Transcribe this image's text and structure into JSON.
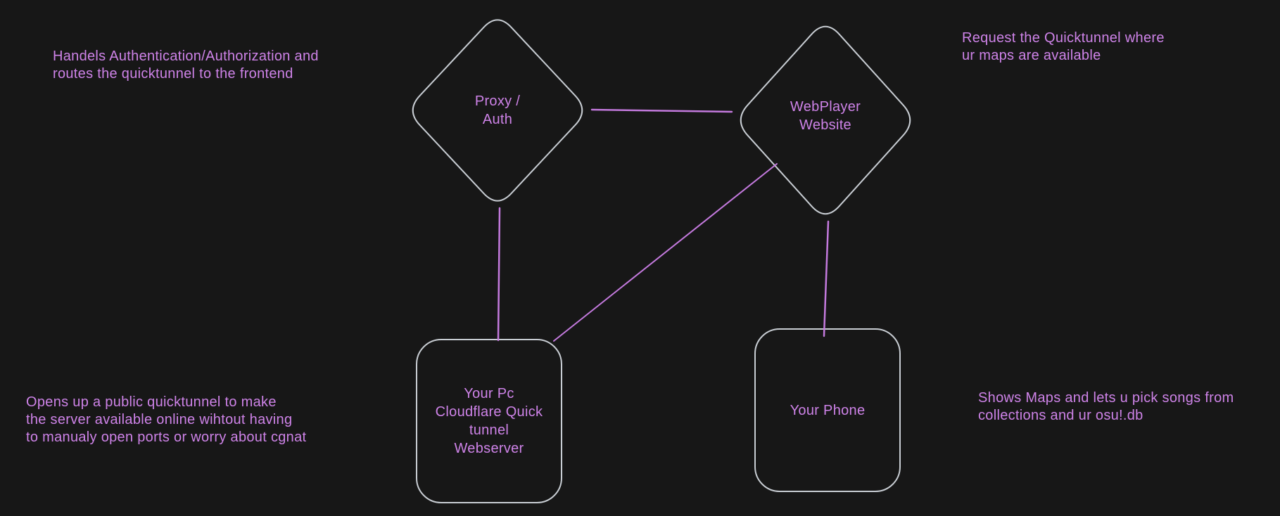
{
  "diagram": {
    "background_color": "#171717",
    "shape_stroke_color": "#c9ced4",
    "connector_color": "#c47ade",
    "text_color": "#ce83e8",
    "nodes": {
      "proxy_auth": {
        "shape": "diamond",
        "label": "Proxy /\nAuth"
      },
      "webplayer": {
        "shape": "diamond",
        "label": "WebPlayer\nWebsite"
      },
      "your_pc": {
        "shape": "rounded-rect",
        "label": "Your Pc\nCloudflare Quick\ntunnel\nWebserver"
      },
      "your_phone": {
        "shape": "rounded-rect",
        "label": "Your Phone"
      }
    },
    "annotations": {
      "top_left": "Handels Authentication/Authorization and\nroutes the quicktunnel to the frontend",
      "top_right": "Request the Quicktunnel where\nur maps are available",
      "bottom_left": "Opens up a public quicktunnel to make\nthe server available online wihtout having\nto manualy open ports or worry about cgnat",
      "bottom_right": "Shows Maps and lets u pick songs from\ncollections and ur osu!.db"
    },
    "connections": [
      {
        "from": "proxy_auth",
        "to": "webplayer"
      },
      {
        "from": "proxy_auth",
        "to": "your_pc"
      },
      {
        "from": "webplayer",
        "to": "your_pc"
      },
      {
        "from": "webplayer",
        "to": "your_phone"
      }
    ]
  }
}
